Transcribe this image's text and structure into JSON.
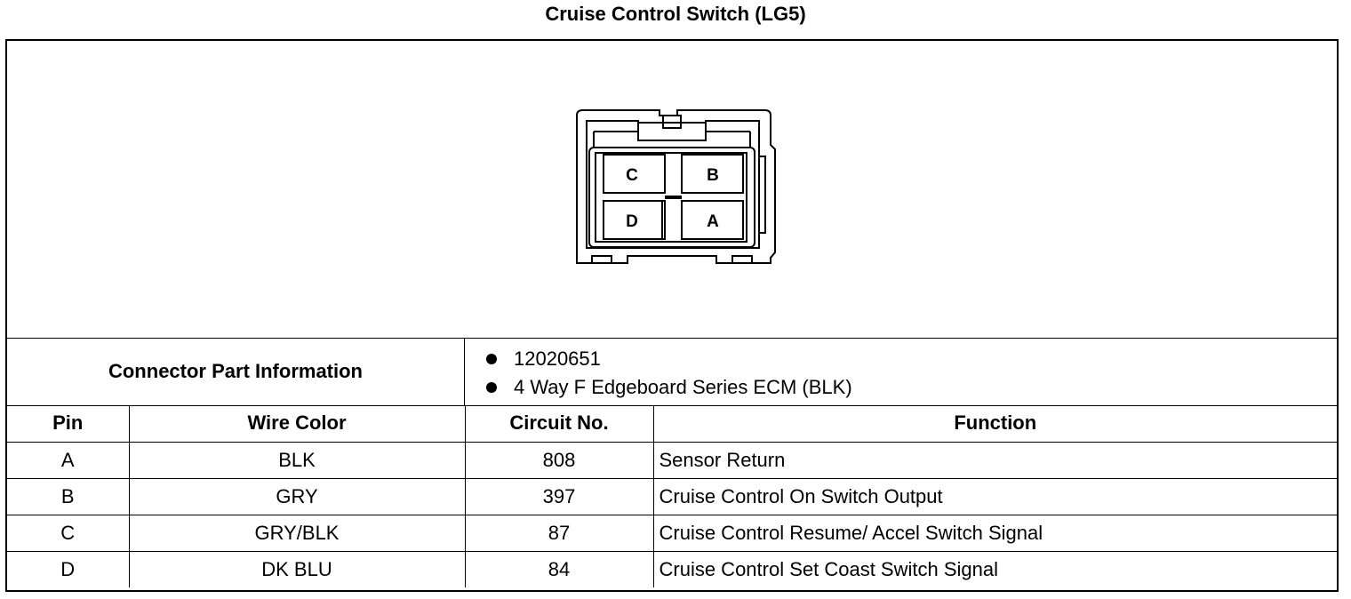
{
  "title": "Cruise Control Switch (LG5)",
  "connector": {
    "pins": [
      "C",
      "B",
      "D",
      "A"
    ]
  },
  "info": {
    "label": "Connector Part Information",
    "items": [
      "12020651",
      "4 Way F Edgeboard Series ECM (BLK)"
    ]
  },
  "table": {
    "headers": [
      "Pin",
      "Wire Color",
      "Circuit No.",
      "Function"
    ],
    "rows": [
      [
        "A",
        "BLK",
        "808",
        "Sensor Return"
      ],
      [
        "B",
        "GRY",
        "397",
        "Cruise Control On Switch Output"
      ],
      [
        "C",
        "GRY/BLK",
        "87",
        "Cruise Control Resume/ Accel Switch Signal"
      ],
      [
        "D",
        "DK BLU",
        "84",
        "Cruise Control Set Coast Switch Signal"
      ]
    ]
  }
}
